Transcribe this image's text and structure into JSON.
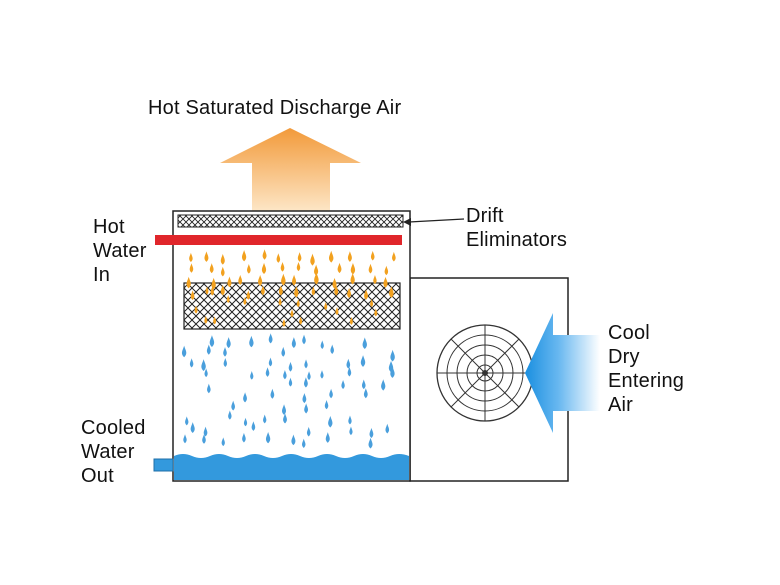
{
  "labels": {
    "discharge_air": "Hot Saturated Discharge Air",
    "drift_eliminators": [
      "Drift",
      "Eliminators"
    ],
    "hot_water_in": [
      "Hot",
      "Water",
      "In"
    ],
    "cooled_water_out": [
      "Cooled",
      "Water",
      "Out"
    ],
    "cool_dry_air": [
      "Cool",
      "Dry",
      "Entering",
      "Air"
    ]
  },
  "colors": {
    "outline": "#222222",
    "hot_water_pipe": "#e0262b",
    "hot_droplet": "#f2a11f",
    "cool_droplet": "#4a9fdc",
    "water_basin": "#3399dd",
    "discharge_arrow_top": "#f29a3a",
    "discharge_arrow_bottom": "#fde6c6",
    "intake_arrow_tip": "#1a8fe0",
    "intake_arrow_tail": "#ffffff"
  }
}
